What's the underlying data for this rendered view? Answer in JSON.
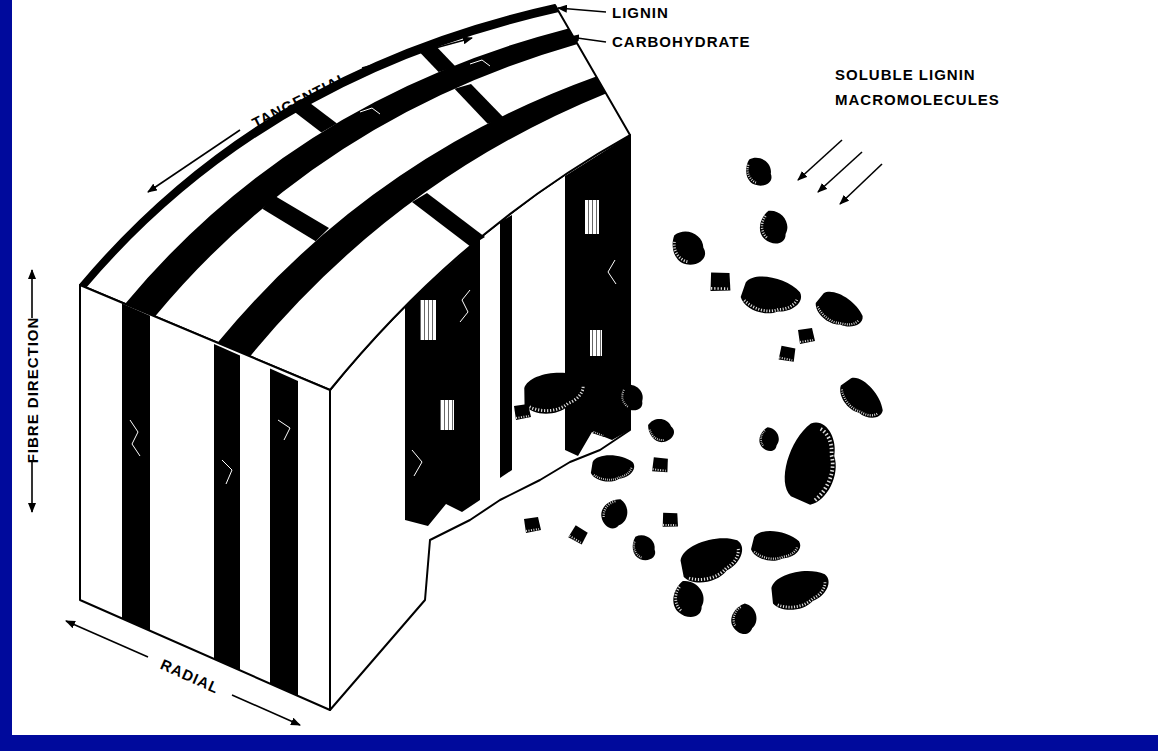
{
  "diagram": {
    "labels": [
      "LIGNIN",
      "CARBOHYDRATE",
      "TANGENTIAL",
      "SOLUBLE LIGNIN MACROMOLECULES",
      "FIBRE DIRECTION",
      "RADIAL"
    ]
  }
}
